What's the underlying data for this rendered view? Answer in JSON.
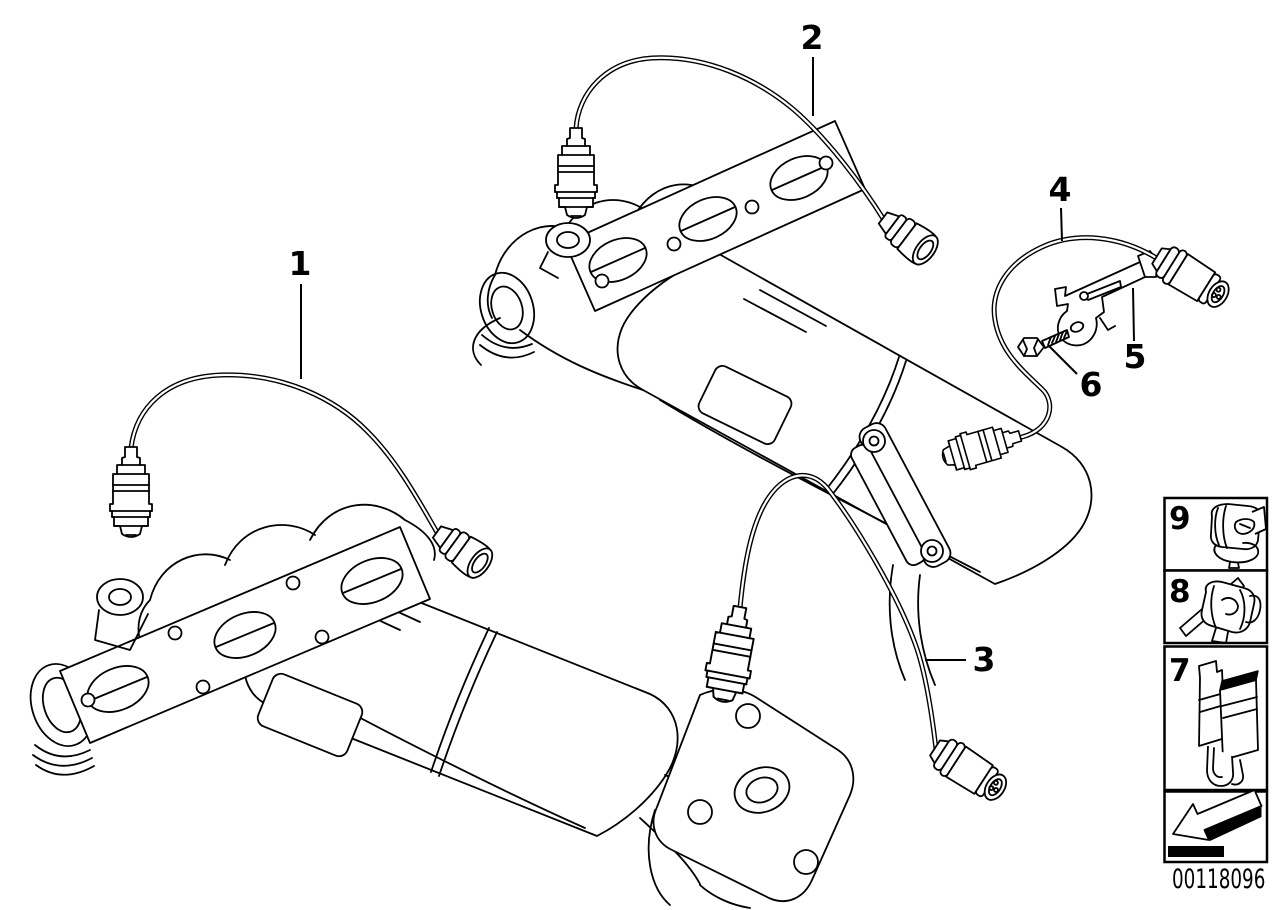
{
  "canvas": {
    "background": "#ffffff",
    "line_color": "#000000"
  },
  "callouts": [
    {
      "label": "1"
    },
    {
      "label": "2"
    },
    {
      "label": "3"
    },
    {
      "label": "4"
    },
    {
      "label": "5"
    },
    {
      "label": "6"
    }
  ],
  "legend": {
    "boxes": [
      {
        "label": "9",
        "icon": "cable-holder-clip-icon"
      },
      {
        "label": "8",
        "icon": "connector-holder-icon"
      },
      {
        "label": "7",
        "icon": "retaining-clip-icon"
      }
    ],
    "arrow_icon": "direction-arrow-icon"
  },
  "footer": {
    "drawing_number": "00118096"
  }
}
